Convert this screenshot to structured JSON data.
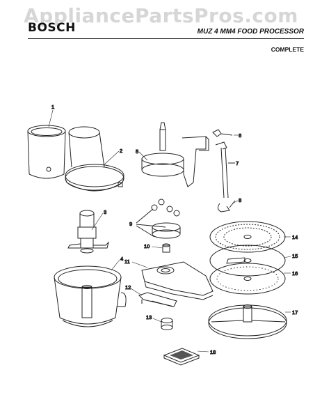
{
  "watermark": "AppliancePartsPros.com",
  "header": {
    "brand": "BOSCH",
    "model": "MUZ 4 MM4 FOOD PROCESSOR",
    "section": "COMPLETE"
  },
  "callouts": [
    "1",
    "2",
    "3",
    "4",
    "5",
    "6",
    "7",
    "8",
    "9",
    "10",
    "11",
    "12",
    "13",
    "14",
    "15",
    "16",
    "17",
    "18"
  ]
}
